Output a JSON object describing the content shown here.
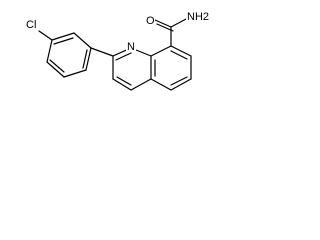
{
  "structure": {
    "atoms": {
      "chlorine": "Cl",
      "ring_nitrogen": "N",
      "carbonyl_oxygen": "O",
      "amide_nitrogen": "NH2"
    }
  }
}
